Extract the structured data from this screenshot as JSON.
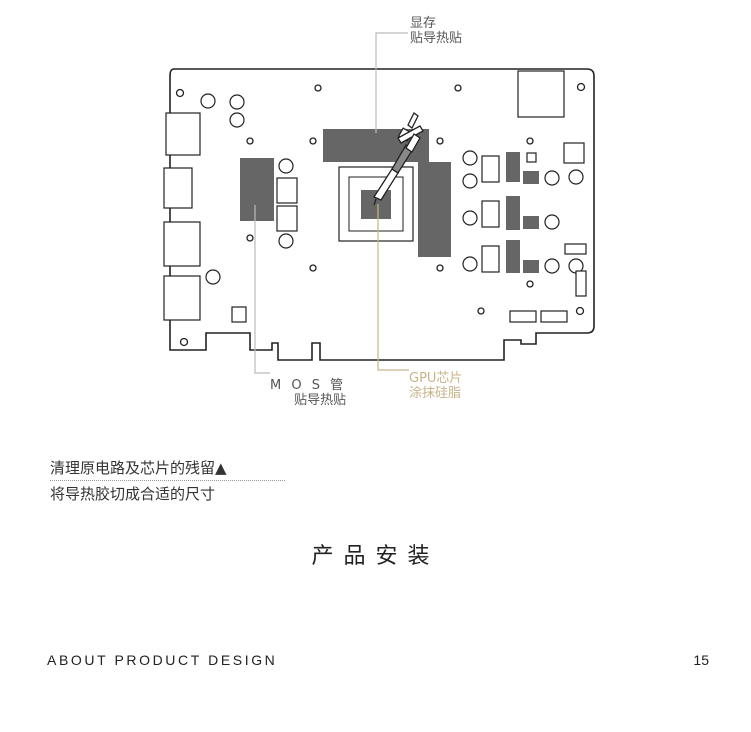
{
  "labels": {
    "vram": [
      "显存",
      "贴导热贴"
    ],
    "mos": [
      "M O S 管",
      "贴导热贴"
    ],
    "gpu": [
      "GPU芯片",
      "涂抹硅脂"
    ]
  },
  "steps": [
    "清理原电路及芯片的残留▲",
    "将导热胶切成合适的尺寸"
  ],
  "section_title": "产品安装",
  "footer": {
    "left": "ABOUT PRODUCT DESIGN",
    "page_number": "15"
  },
  "colors": {
    "pad": "#666666",
    "gold": "#c8b48a",
    "line": "#222222"
  }
}
